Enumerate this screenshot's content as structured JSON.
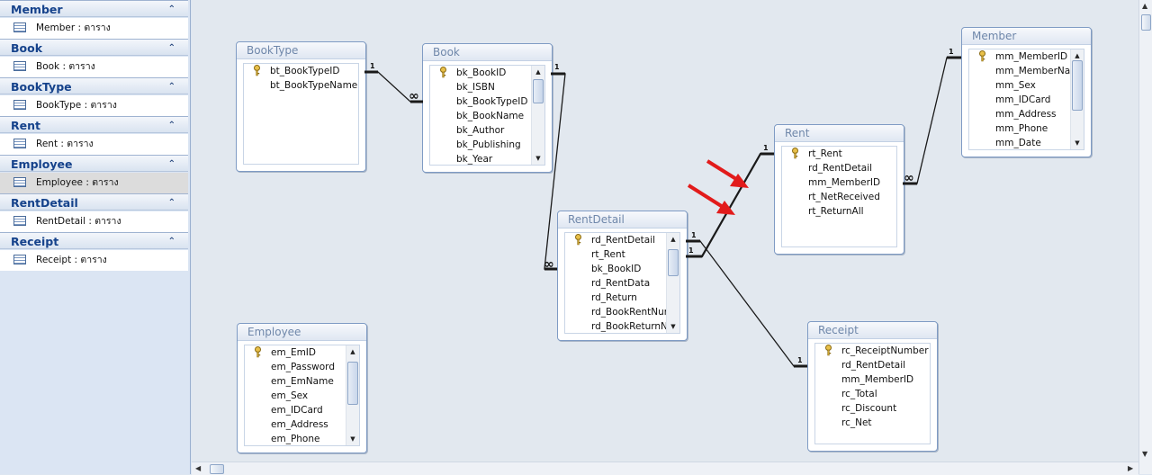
{
  "nav_pane": {
    "groups": [
      {
        "title": "Member",
        "items": [
          {
            "label": "Member : ตาราง"
          }
        ]
      },
      {
        "title": "Book",
        "items": [
          {
            "label": "Book : ตาราง"
          }
        ]
      },
      {
        "title": "BookType",
        "items": [
          {
            "label": "BookType : ตาราง"
          }
        ]
      },
      {
        "title": "Rent",
        "items": [
          {
            "label": "Rent : ตาราง"
          }
        ]
      },
      {
        "title": "Employee",
        "items": [
          {
            "label": "Employee : ตาราง",
            "selected": true
          }
        ]
      },
      {
        "title": "RentDetail",
        "items": [
          {
            "label": "RentDetail : ตาราง"
          }
        ]
      },
      {
        "title": "Receipt",
        "items": [
          {
            "label": "Receipt : ตาราง"
          }
        ]
      }
    ],
    "collapse_glyph": "⌃"
  },
  "tables": {
    "booktype": {
      "title": "BookType",
      "fields": [
        "bt_BookTypeID",
        "bt_BookTypeName"
      ]
    },
    "book": {
      "title": "Book",
      "fields": [
        "bk_BookID",
        "bk_ISBN",
        "bk_BookTypeID",
        "bk_BookName",
        "bk_Author",
        "bk_Publishing",
        "bk_Year"
      ]
    },
    "member": {
      "title": "Member",
      "fields": [
        "mm_MemberID",
        "mm_MemberNam",
        "mm_Sex",
        "mm_IDCard",
        "mm_Address",
        "mm_Phone",
        "mm_Date"
      ]
    },
    "rent": {
      "title": "Rent",
      "fields": [
        "rt_Rent",
        "rd_RentDetail",
        "mm_MemberID",
        "rt_NetReceived",
        "rt_ReturnAll"
      ]
    },
    "rentdetail": {
      "title": "RentDetail",
      "fields": [
        "rd_RentDetail",
        "rt_Rent",
        "bk_BookID",
        "rd_RentData",
        "rd_Return",
        "rd_BookRentNum",
        "rd_BookReturnNu"
      ]
    },
    "employee": {
      "title": "Employee",
      "fields": [
        "em_EmID",
        "em_Password",
        "em_EmName",
        "em_Sex",
        "em_IDCard",
        "em_Address",
        "em_Phone"
      ]
    },
    "receipt": {
      "title": "Receipt",
      "fields": [
        "rc_ReceiptNumber",
        "rd_RentDetail",
        "mm_MemberID",
        "rc_Total",
        "rc_Discount",
        "rc_Net"
      ]
    }
  },
  "relationships": {
    "one_label": "1",
    "many_label": "∞"
  },
  "colors": {
    "accent": "#15428b",
    "arrow": "#e21b1b",
    "line": "#1a1a1a"
  }
}
